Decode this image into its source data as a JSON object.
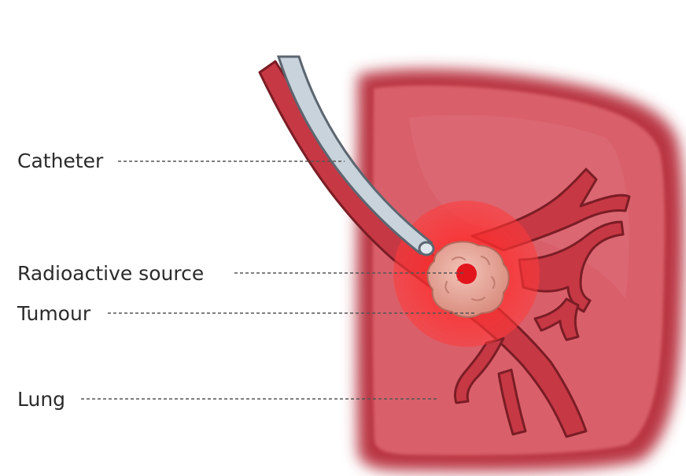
{
  "diagram": {
    "labels": {
      "catheter": "Catheter",
      "radioactive_source": "Radioactive source",
      "tumour": "Tumour",
      "lung": "Lung"
    },
    "colors": {
      "lung_fill": "#d9606b",
      "lung_edge": "#b8323f",
      "airway": "#c63844",
      "airway_dark": "#7a1d25",
      "catheter_fill": "#c9d3dc",
      "catheter_edge": "#5c6670",
      "radiation_glow": "#ff2a2a",
      "tumour": "#e7a99b",
      "source": "#e2141c",
      "leader_line": "#555555"
    }
  }
}
